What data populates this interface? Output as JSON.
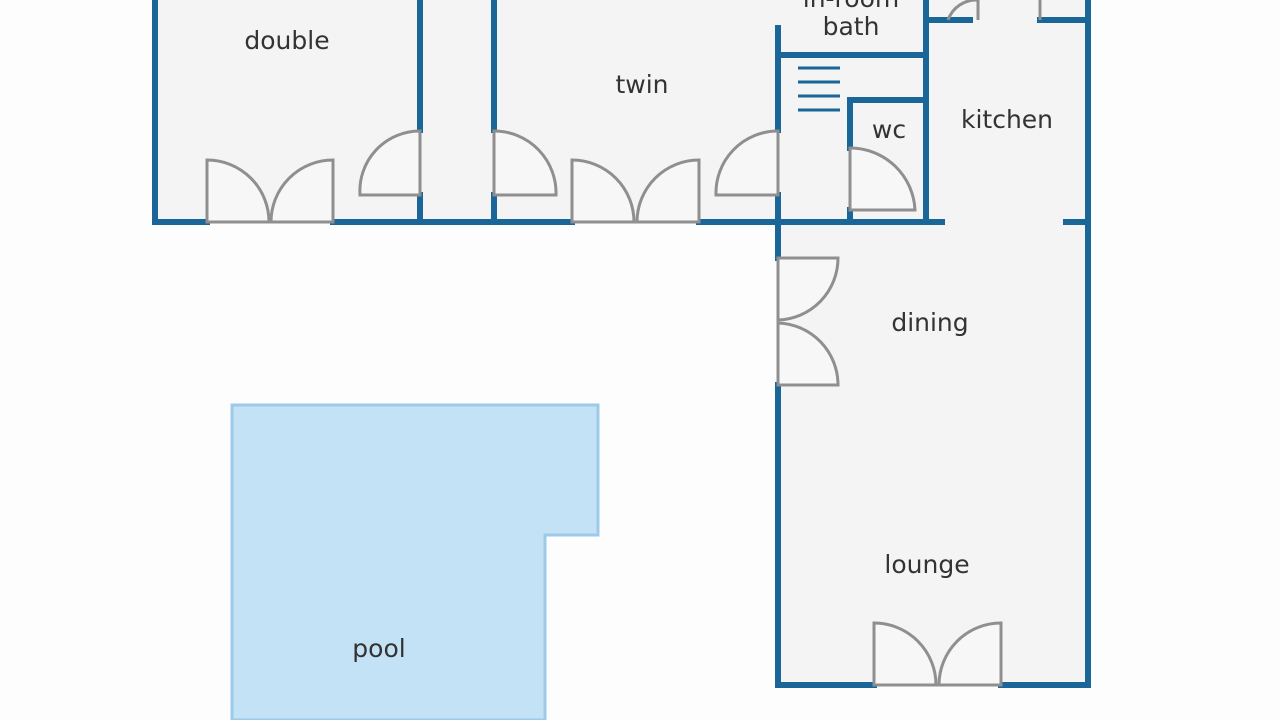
{
  "floorplan": {
    "rooms": {
      "double": "double",
      "twin": "twin",
      "bath": "in-room\nbath",
      "bath_line1": "in-room",
      "bath_line2": "bath",
      "wc": "wc",
      "kitchen": "kitchen",
      "dining": "dining",
      "lounge": "lounge",
      "pool": "pool"
    },
    "colors": {
      "wall": "#1a6699",
      "room_fill": "#f4f4f4",
      "pool_fill": "#c3e2f6",
      "pool_stroke": "#9ccbe9",
      "door": "#8f8f8f",
      "background": "#fdfdfd"
    }
  }
}
